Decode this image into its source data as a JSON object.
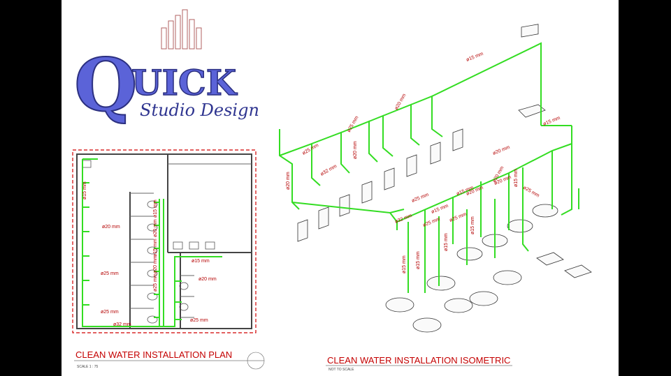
{
  "colors": {
    "pipe": "#33dd22",
    "label": "#b40000",
    "logo": "#5b63d8",
    "boundary": "#d00000"
  },
  "logo": {
    "letter_q": "Q",
    "letters_uick": "UICK",
    "subtitle": "Studio Design"
  },
  "plan": {
    "title": "CLEAN WATER INSTALLATION PLAN",
    "scale_note": "SCALE 1 : 75",
    "labels": [
      "ø15 mm",
      "ø20 mm",
      "ø25 mm",
      "ø25 mm",
      "ø32 mm",
      "ø15 mm",
      "ø20 mm",
      "ø15 mm",
      "ø20 mm",
      "ø25 mm",
      "ø15 mm",
      "ø20 mm",
      "ø25 mm"
    ]
  },
  "isometric": {
    "title": "CLEAN WATER INSTALLATION ISOMETRIC",
    "scale_note": "NOT TO SCALE",
    "labels": [
      "ø15 mm",
      "ø20 mm",
      "ø25 mm",
      "ø20 mm",
      "ø25 mm",
      "ø32 mm",
      "ø20 mm",
      "ø20 mm",
      "ø25 mm",
      "ø20 mm",
      "ø15 mm",
      "ø25 mm",
      "ø32 mm",
      "ø25 mm",
      "ø15 mm",
      "ø25 mm",
      "ø15 mm",
      "ø15 mm",
      "ø15 mm",
      "ø15 mm",
      "ø20 mm",
      "ø20 mm",
      "ø15 mm",
      "ø15 mm"
    ]
  }
}
